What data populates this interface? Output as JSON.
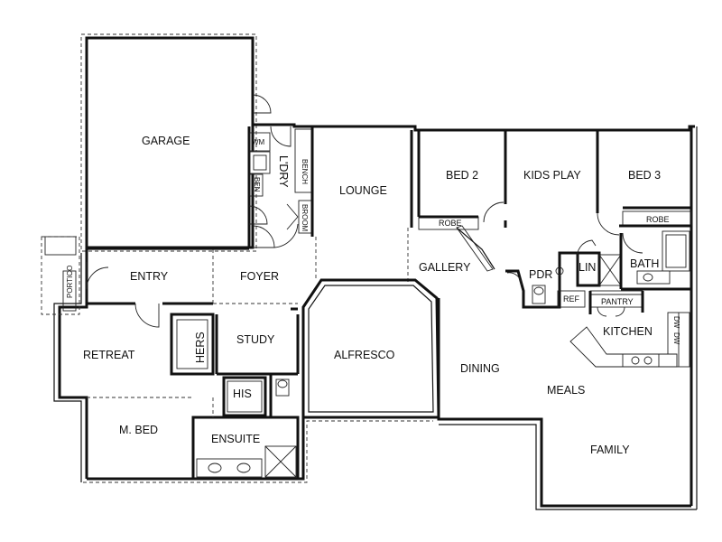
{
  "rooms": {
    "garage": "GARAGE",
    "wm": "WM",
    "ldry": "L'DRY",
    "ben": "BEN",
    "bench": "BENCH",
    "broom": "BROOM",
    "lounge": "LOUNGE",
    "bed2": "BED 2",
    "kids_play": "KIDS PLAY",
    "bed3": "BED 3",
    "robe_bed2": "ROBE",
    "robe_bed3": "ROBE",
    "portico": "PORTICO",
    "entry": "ENTRY",
    "foyer": "FOYER",
    "gallery": "GALLERY",
    "pdr": "PDR",
    "lin": "LIN",
    "bath": "BATH",
    "ref": "REF",
    "pantry": "PANTRY",
    "kitchen": "KITCHEN",
    "retreat": "RETREAT",
    "hers": "HERS",
    "study": "STUDY",
    "alfresco": "ALFRESCO",
    "dining": "DINING",
    "his": "HIS",
    "meals": "MEALS",
    "m_bed": "M. BED",
    "ensuite": "ENSUITE",
    "family": "FAMILY",
    "dw1": "DW",
    "dw2": "DW"
  }
}
